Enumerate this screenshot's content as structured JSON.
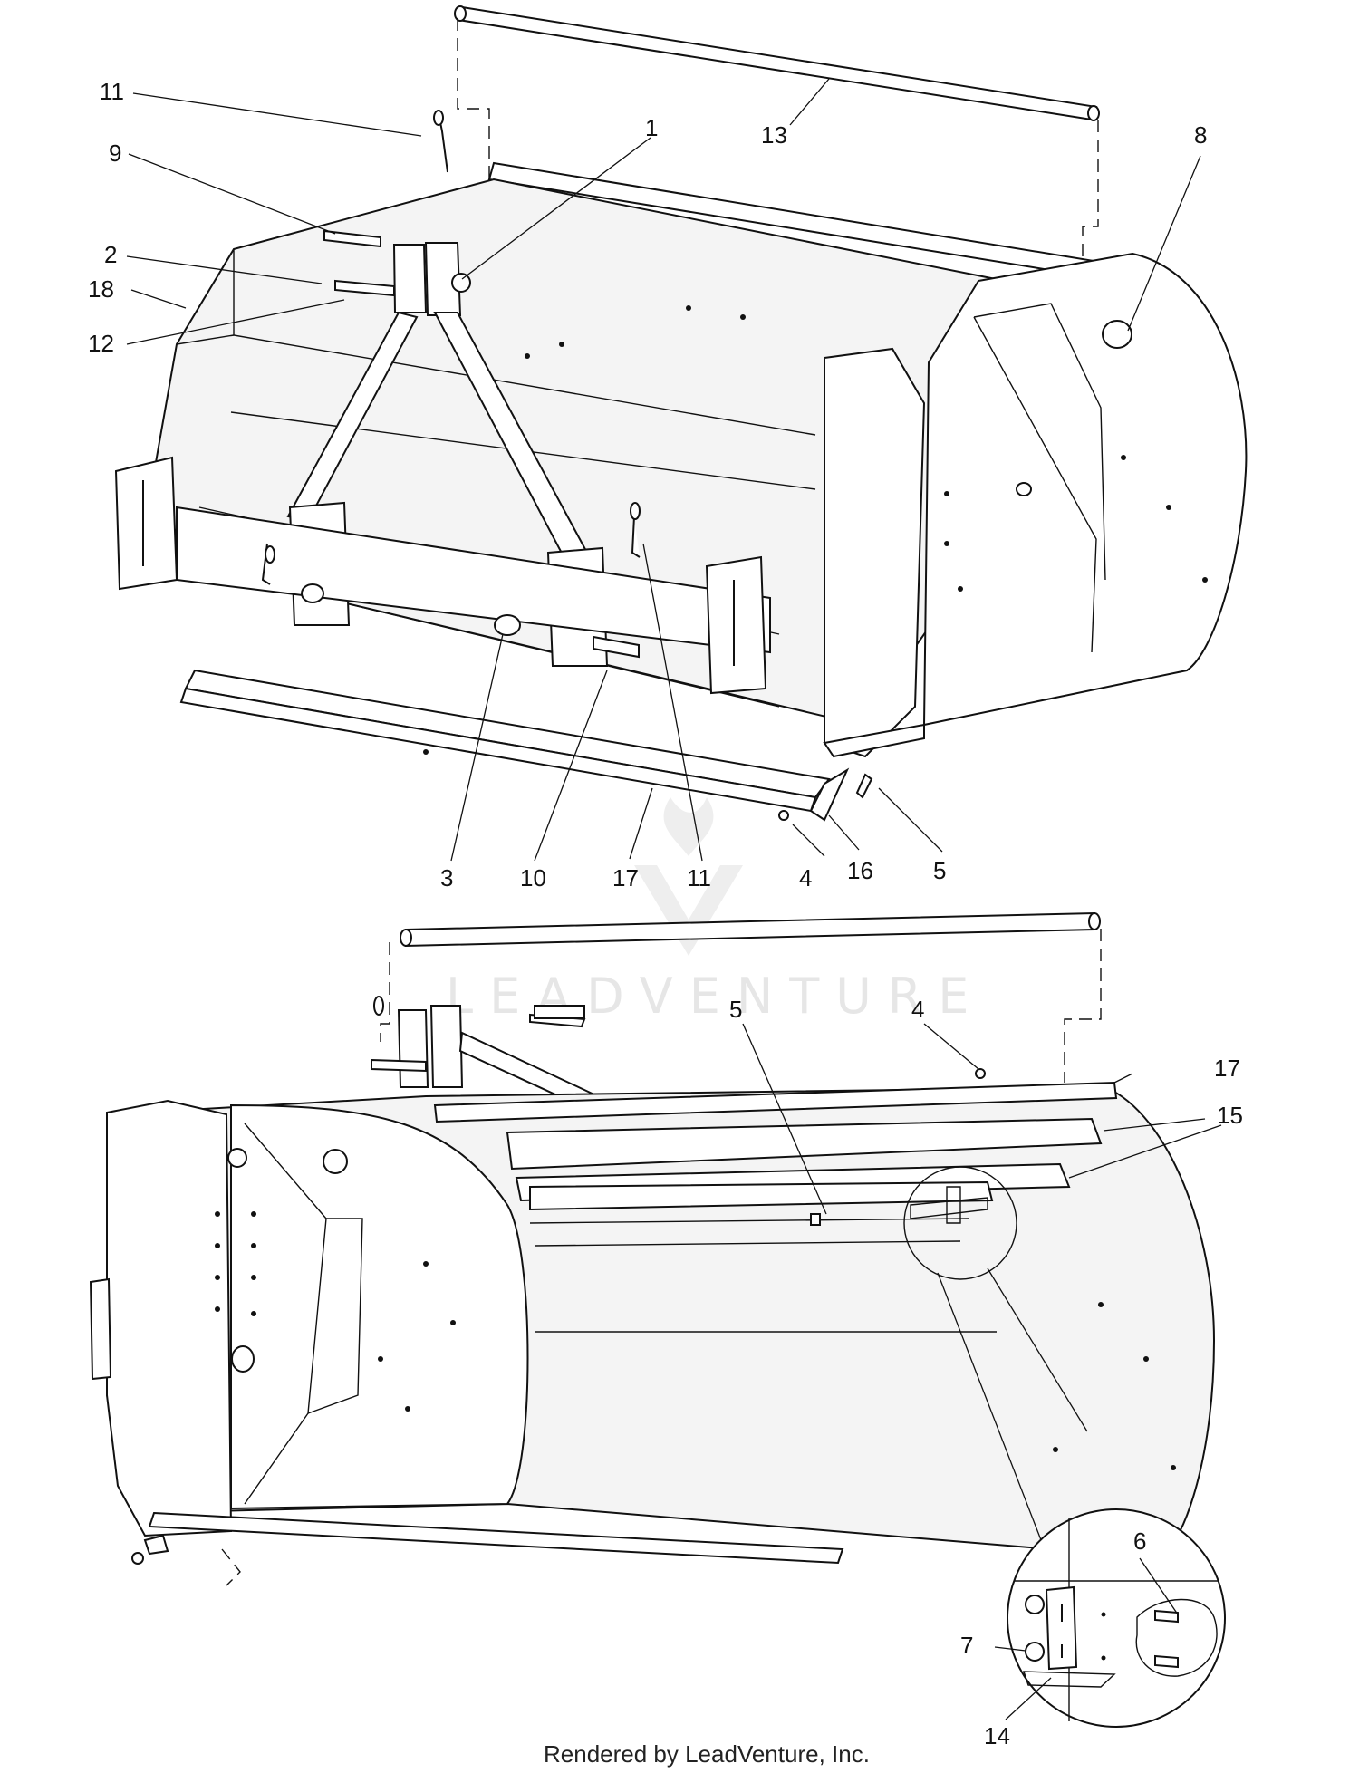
{
  "diagram": {
    "callouts_top": [
      "11",
      "9",
      "2",
      "12",
      "18",
      "1",
      "13",
      "8",
      "3",
      "10",
      "17",
      "11",
      "4",
      "16",
      "5"
    ],
    "callouts_bottom": [
      "5",
      "4",
      "17",
      "15",
      "6",
      "7",
      "14"
    ],
    "watermark": "LEADVENTURE",
    "footer": "Rendered by LeadVenture, Inc."
  }
}
